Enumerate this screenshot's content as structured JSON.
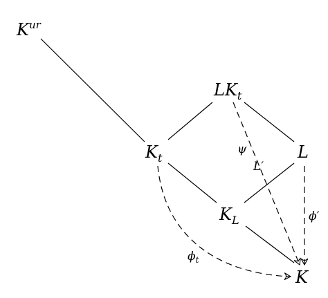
{
  "diagram": {
    "nodes": [
      {
        "id": "Kur",
        "base": "K",
        "sup": "ur",
        "sub": ""
      },
      {
        "id": "LKt",
        "base": "LK",
        "sup": "",
        "sub": "t"
      },
      {
        "id": "Kt",
        "base": "K",
        "sup": "",
        "sub": "t"
      },
      {
        "id": "L",
        "base": "L",
        "sup": "",
        "sub": ""
      },
      {
        "id": "KL",
        "base": "K",
        "sup": "",
        "sub": "L"
      },
      {
        "id": "K",
        "base": "K",
        "sup": "",
        "sub": ""
      }
    ],
    "edges": [
      {
        "id": "Kur-Kt",
        "from": "Kur",
        "to": "Kt",
        "style": "solid",
        "arrow": false
      },
      {
        "id": "Kt-LKt",
        "from": "Kt",
        "to": "LKt",
        "style": "solid",
        "arrow": false
      },
      {
        "id": "LKt-L",
        "from": "LKt",
        "to": "L",
        "style": "solid",
        "arrow": false
      },
      {
        "id": "Kt-KL",
        "from": "Kt",
        "to": "KL",
        "style": "solid",
        "arrow": false
      },
      {
        "id": "L-KL",
        "from": "L",
        "to": "KL",
        "style": "solid",
        "arrow": false
      },
      {
        "id": "KL-K",
        "from": "KL",
        "to": "K",
        "style": "solid",
        "arrow": false
      },
      {
        "id": "psi",
        "from": "LKt",
        "to": "K",
        "style": "dashed",
        "arrow": true
      },
      {
        "id": "phi-prime",
        "from": "L",
        "to": "K",
        "style": "dashed",
        "arrow": true
      },
      {
        "id": "phi-t",
        "from": "Kt",
        "to": "K",
        "style": "dashed",
        "arrow": true
      }
    ],
    "labels": [
      {
        "id": "psi",
        "text": "ψ"
      },
      {
        "id": "L-prime",
        "text": "L′"
      },
      {
        "id": "phi-prime",
        "text": "ϕ′"
      },
      {
        "id": "phi-t",
        "base": "ϕ",
        "sub": "t"
      }
    ]
  }
}
